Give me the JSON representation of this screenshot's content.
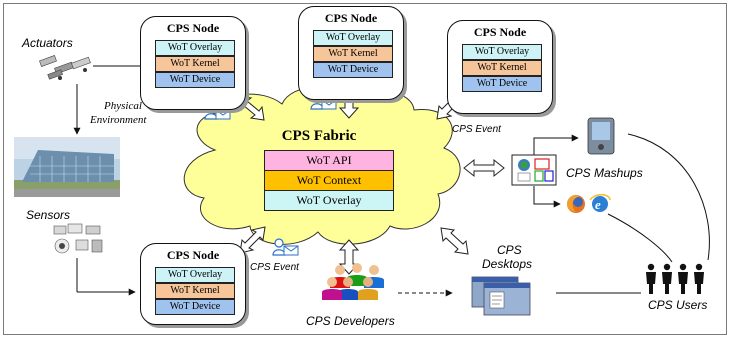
{
  "node_title": "CPS Node",
  "node_layers": {
    "overlay": "WoT Overlay",
    "kernel": "WoT Kernel",
    "device": "WoT Device"
  },
  "fabric": {
    "title": "CPS Fabric",
    "layers": [
      "WoT API",
      "WoT Context",
      "WoT Overlay"
    ]
  },
  "labels": {
    "actuators": "Actuators",
    "physical_environment_1": "Physical",
    "physical_environment_2": "Environment",
    "sensors": "Sensors",
    "cps_event": "CPS Event",
    "cps_mashups": "CPS Mashups",
    "cps_desktops_1": "CPS",
    "cps_desktops_2": "Desktops",
    "cps_developers": "CPS Developers",
    "cps_users": "CPS Users"
  },
  "colors": {
    "cloud_fill": "#ffff99",
    "api_fill": "#ffb3e0",
    "context_fill": "#ffc000",
    "overlay_fill": "#ccf5f5",
    "kernel_fill": "#f7c59a",
    "device_fill": "#9fc3ee"
  }
}
